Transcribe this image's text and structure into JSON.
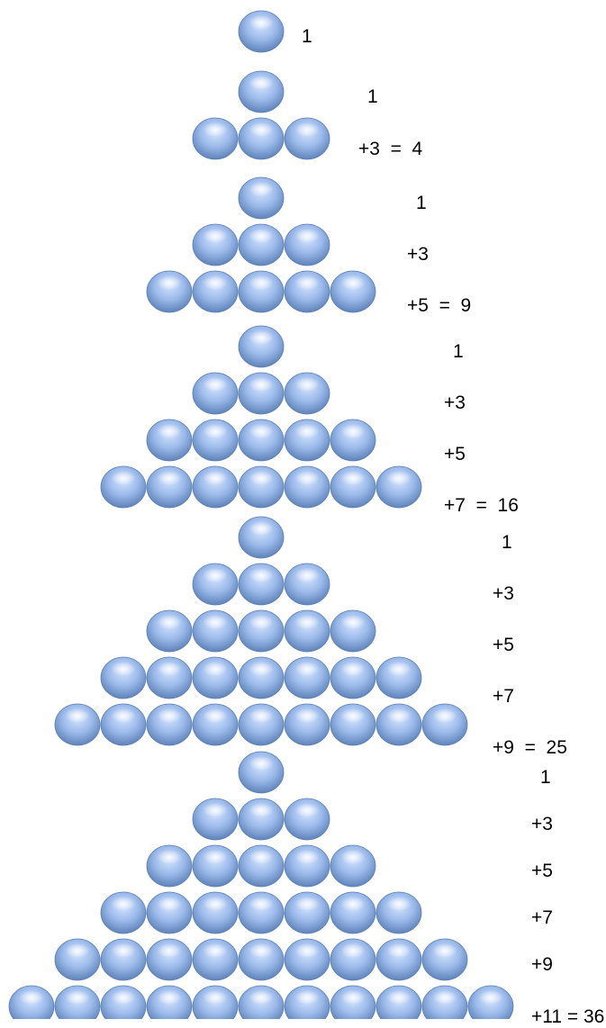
{
  "colors": {
    "ball_light": "#d9e7ff",
    "ball_mid": "#9ab9ea",
    "ball_dark": "#5b7fb5",
    "text": "#000000"
  },
  "figures": [
    {
      "rows": 1,
      "labels": [
        "1"
      ]
    },
    {
      "rows": 2,
      "labels": [
        "1",
        "+3  =  4"
      ]
    },
    {
      "rows": 3,
      "labels": [
        "1",
        "+3",
        "+5  =  9"
      ]
    },
    {
      "rows": 4,
      "labels": [
        "1",
        "+3",
        "+5",
        "+7  =  16"
      ]
    },
    {
      "rows": 5,
      "labels": [
        "1",
        "+3",
        "+5",
        "+7",
        "+9  =  25"
      ]
    },
    {
      "rows": 6,
      "labels": [
        "1",
        "+3",
        "+5",
        "+7",
        "+9",
        "+11 = 36"
      ]
    }
  ]
}
